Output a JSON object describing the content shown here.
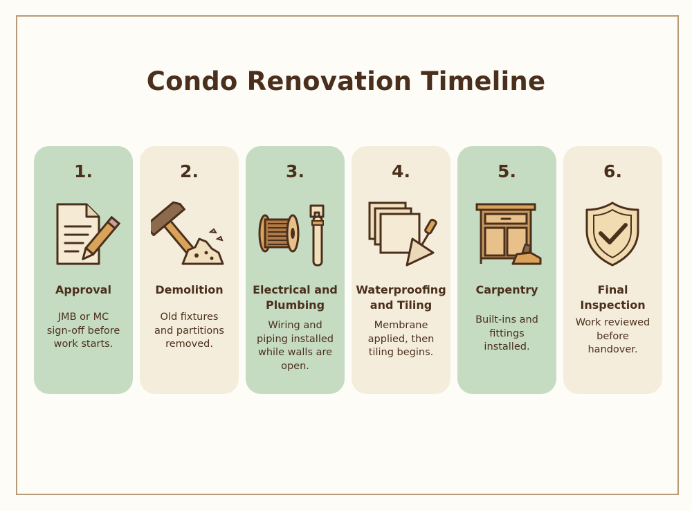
{
  "title": "Condo Renovation Timeline",
  "colors": {
    "green_card": "#c6dcc2",
    "cream_card": "#f5eddb",
    "text": "#4a2f1c",
    "frame": "#b79a76"
  },
  "steps": [
    {
      "number": "1.",
      "name": "Approval",
      "description": "JMB or MC\nsign-off before\nwork starts.",
      "icon": "document-pencil-icon"
    },
    {
      "number": "2.",
      "name": "Demolition",
      "description": "Old fixtures\nand partitions\nremoved.",
      "icon": "hammer-rubble-icon"
    },
    {
      "number": "3.",
      "name": "Electrical and\nPlumbing",
      "description": "Wiring and\npiping installed\nwhile walls are\nopen.",
      "icon": "wire-spool-wrench-icon"
    },
    {
      "number": "4.",
      "name": "Waterproofing\nand Tiling",
      "description": "Membrane\napplied, then\ntiling begins.",
      "icon": "tiles-trowel-icon"
    },
    {
      "number": "5.",
      "name": "Carpentry",
      "description": "Built-ins and\nfittings\ninstalled.",
      "icon": "cabinet-plane-icon"
    },
    {
      "number": "6.",
      "name": "Final\nInspection",
      "description": "Work reviewed\nbefore\nhandover.",
      "icon": "shield-check-icon"
    }
  ]
}
